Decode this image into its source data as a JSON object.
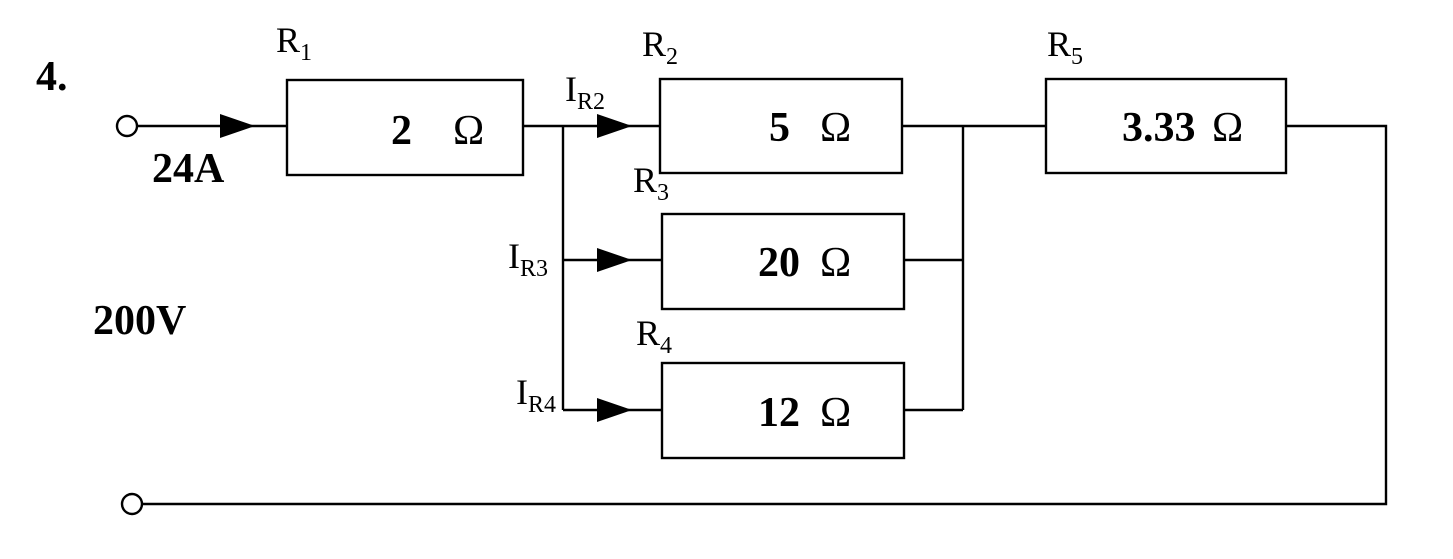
{
  "problem_number": "4.",
  "source": {
    "current": "24A",
    "voltage": "200V"
  },
  "resistors": [
    {
      "id": "r1",
      "name": "R",
      "sub": "1",
      "value": "2",
      "unit": "Ω"
    },
    {
      "id": "r2",
      "name": "R",
      "sub": "2",
      "value": "5",
      "unit": "Ω"
    },
    {
      "id": "r3",
      "name": "R",
      "sub": "3",
      "value": "20",
      "unit": "Ω"
    },
    {
      "id": "r4",
      "name": "R",
      "sub": "4",
      "value": "12",
      "unit": "Ω"
    },
    {
      "id": "r5",
      "name": "R",
      "sub": "5",
      "value": "3.33",
      "unit": "Ω"
    }
  ],
  "branch_currents": [
    {
      "id": "ir2",
      "name": "I",
      "sub": "R2"
    },
    {
      "id": "ir3",
      "name": "I",
      "sub": "R3"
    },
    {
      "id": "ir4",
      "name": "I",
      "sub": "R4"
    }
  ]
}
